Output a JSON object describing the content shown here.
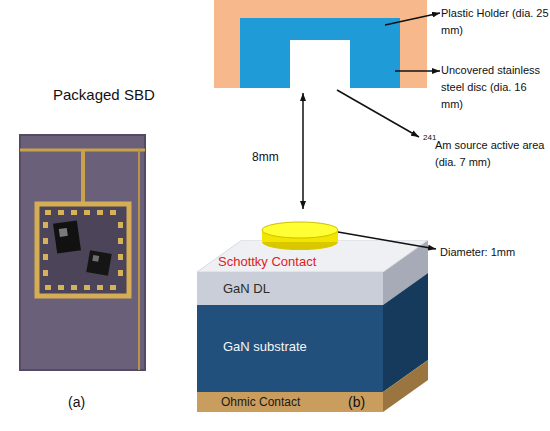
{
  "diagram": {
    "nodes": [
      {
        "text": [
          "Schottky Contact"
        ]
      },
      {
        "text": [
          "GaN DL"
        ]
      },
      {
        "text": [
          "GaN substrate"
        ]
      },
      {
        "text": [
          "Ohmic Contact"
        ]
      }
    ],
    "labels": [
      "Packaged SBD",
      "Plastic Holder (dia. 25 mm)",
      "Uncovered stainless steel disc (dia. 16 mm)",
      "241",
      "Am source active area (dia. 7 mm)",
      "8mm",
      "Diameter: 1mm",
      "(a)",
      "(b)"
    ]
  }
}
